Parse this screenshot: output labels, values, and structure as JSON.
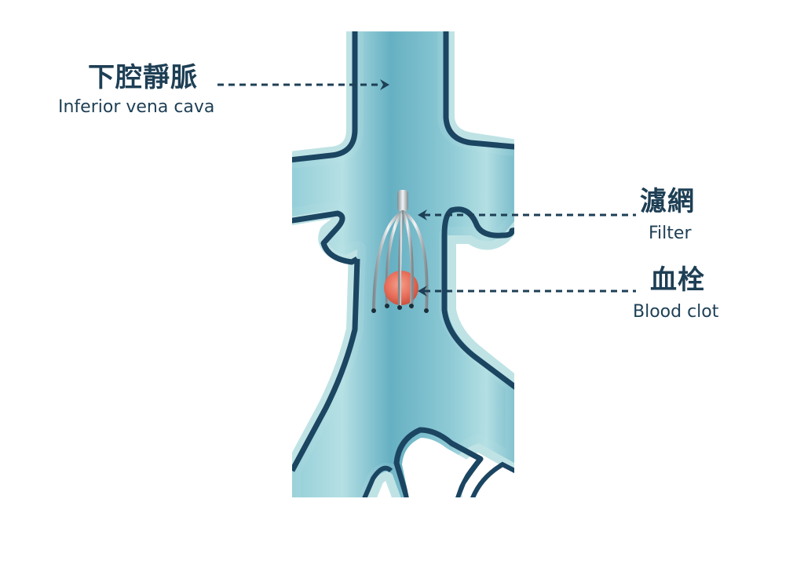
{
  "diagram": {
    "subject": "Inferior vena cava filter capturing a blood clot",
    "colors": {
      "outline": "#1b4561",
      "vein_inner": "#6fb6c7",
      "vein_light": "#a9dbe0",
      "vein_rim": "#bfe3e5",
      "text": "#1e3f55",
      "clot": "#e8735f",
      "filter": "#c9cfd2"
    },
    "labels": [
      {
        "id": "ivc",
        "zh": "下腔靜脈",
        "en": "Inferior vena cava",
        "arrow_direction": "right"
      },
      {
        "id": "filter",
        "zh": "濾網",
        "en": "Filter",
        "arrow_direction": "left"
      },
      {
        "id": "clot",
        "zh": "血栓",
        "en": "Blood clot",
        "arrow_direction": "left"
      }
    ]
  }
}
